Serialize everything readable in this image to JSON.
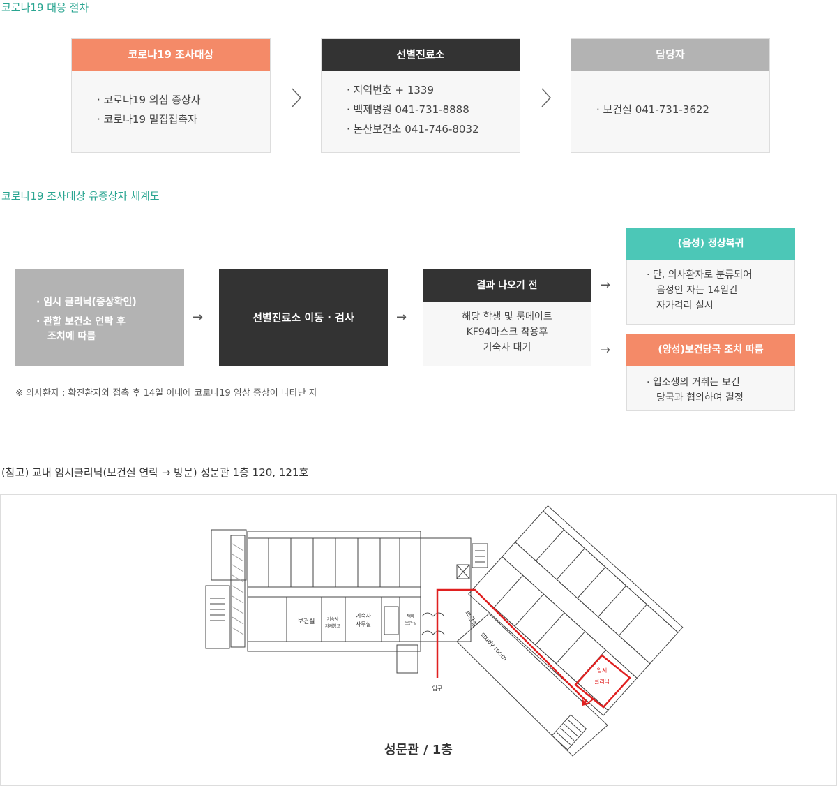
{
  "section1": {
    "title": "코로나19 대응 절차",
    "cards": [
      {
        "head": "코로나19 조사대상",
        "head_color": "#f48a68",
        "items": [
          "· 코로나19 의심 증상자",
          "· 코로나19 밀접접촉자"
        ]
      },
      {
        "head": "선별진료소",
        "head_color": "#333333",
        "items": [
          "· 지역번호 + 1339",
          "· 백제병원 041-731-8888",
          "· 논산보건소 041-746-8032"
        ]
      },
      {
        "head": "담당자",
        "head_color": "#b3b3b3",
        "items": [
          "· 보건실 041-731-3622"
        ]
      }
    ]
  },
  "section2": {
    "title": "코로나19 조사대상 유증상자 체계도",
    "first_box": {
      "items": [
        "· 임시 클리닉(증상확인)",
        "· 관할 보건소 연락 후",
        "조치에 따름"
      ]
    },
    "second_box": "선별진료소 이동 · 검사",
    "third_box": {
      "head": "결과 나오기 전",
      "lines": [
        "해당 학생 및 룸메이트",
        "KF94마스크 착용후",
        "기숙사 대기"
      ]
    },
    "negative": {
      "head": "(음성) 정상복귀",
      "head_color": "#4cc7b7",
      "lines": [
        "· 단, 의사환자로 분류되어",
        "음성인 자는 14일간",
        "자가격리 실시"
      ]
    },
    "positive": {
      "head": "(양성)보건당국 조치 따름",
      "head_color": "#f48a68",
      "lines": [
        "· 입소생의 거취는 보건",
        "당국과 협의하여 결정"
      ]
    },
    "arrow": "→",
    "note": "※ 의사환자 : 확진환자와 접촉 후 14일 이내에 코로나19 임상 증상이 나타난 자"
  },
  "reference": {
    "title": "(참고) 교내 임시클리닉(보건실 연락 → 방문)  성문관 1층 120, 121호",
    "map": {
      "caption": "성문관 / 1층",
      "labels": {
        "health_room": "보건실",
        "dorm_storage": "기숙사\n자재창고",
        "dorm_office": "기숙사\n사무실",
        "parcel": "택배\n보관실",
        "security": "보안실",
        "study_room": "study room",
        "entrance": "입구",
        "clinic_1": "임시",
        "clinic_2": "클리닉"
      },
      "route_color": "#e02020"
    }
  }
}
